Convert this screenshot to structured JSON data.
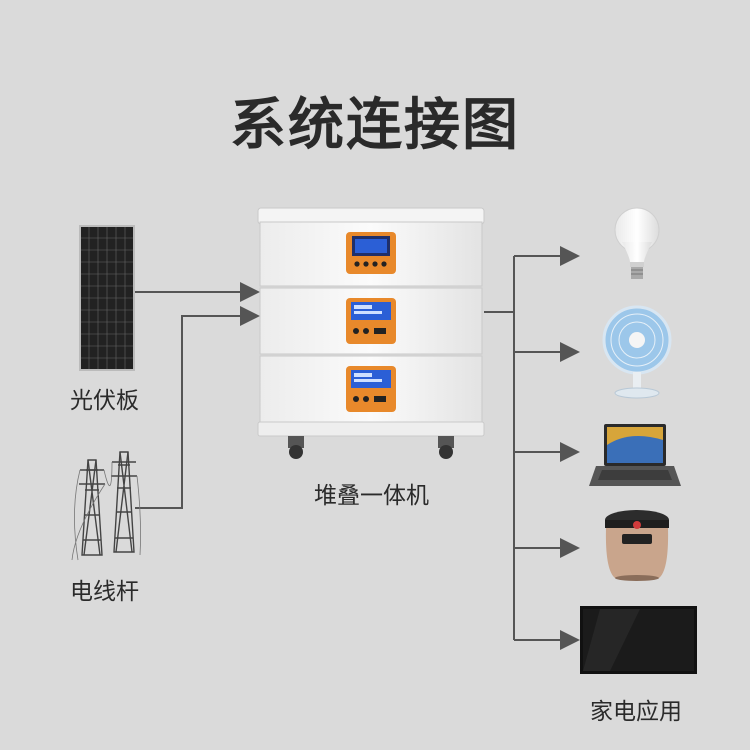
{
  "title": "系统连接图",
  "labels": {
    "solar_panel": "光伏板",
    "utility_pole": "电线杆",
    "stacked_unit": "堆叠一体机",
    "home_appliances": "家电应用"
  },
  "colors": {
    "background": "#dadada",
    "connector": "#555555",
    "accent_orange": "#e8892b",
    "screen_blue": "#2b5fd6"
  },
  "icons": [
    "solar-panel-icon",
    "utility-tower-icon",
    "battery-stack-icon",
    "light-bulb-icon",
    "desk-fan-icon",
    "laptop-icon",
    "rice-cooker-icon",
    "television-icon"
  ]
}
